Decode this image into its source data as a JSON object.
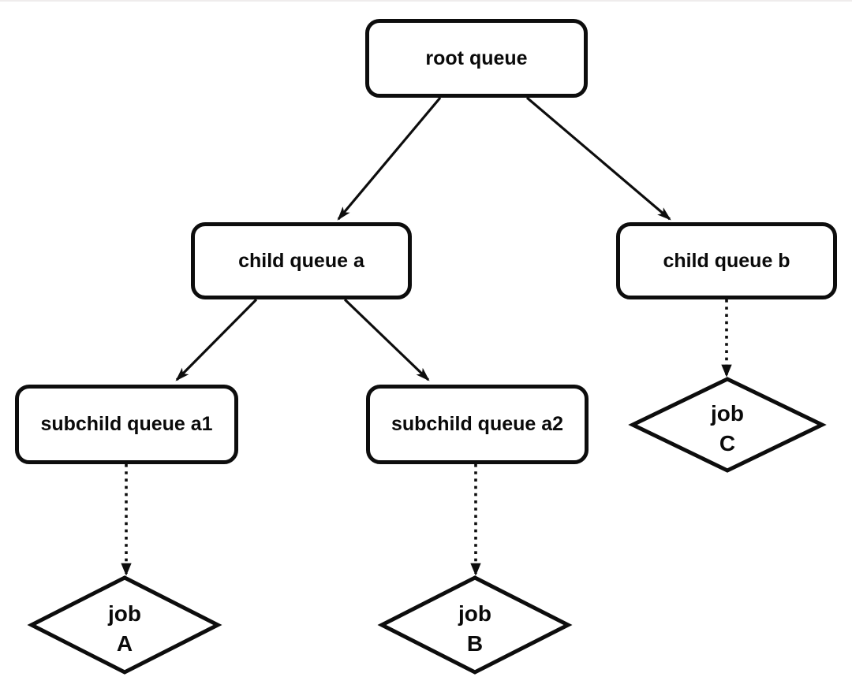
{
  "diagram": {
    "type": "flowchart",
    "colors": {
      "background": "#ffffff",
      "line": "#0d0d0d",
      "node_fill": "#ffffff",
      "text": "#0a0a0a",
      "page_top_border": "#efecec"
    },
    "edge_styles": {
      "queue_hierarchy": "solid-arrow",
      "job_link": "dotted-arrow"
    }
  },
  "nodes": {
    "root_queue": {
      "label": "root queue",
      "shape": "rounded-rectangle"
    },
    "child_queue_a": {
      "label": "child queue a",
      "shape": "rounded-rectangle"
    },
    "child_queue_b": {
      "label": "child queue b",
      "shape": "rounded-rectangle"
    },
    "subchild_queue_a1": {
      "label": "subchild queue a1",
      "shape": "rounded-rectangle"
    },
    "subchild_queue_a2": {
      "label": "subchild queue a2",
      "shape": "rounded-rectangle"
    },
    "job_a": {
      "line1": "job",
      "line2": "A",
      "shape": "diamond"
    },
    "job_b": {
      "line1": "job",
      "line2": "B",
      "shape": "diamond"
    },
    "job_c": {
      "line1": "job",
      "line2": "C",
      "shape": "diamond"
    }
  },
  "edges": [
    {
      "from": "root queue",
      "to": "child queue a",
      "line": "solid"
    },
    {
      "from": "root queue",
      "to": "child queue b",
      "line": "solid"
    },
    {
      "from": "child queue a",
      "to": "subchild queue a1",
      "line": "solid"
    },
    {
      "from": "child queue a",
      "to": "subchild queue a2",
      "line": "solid"
    },
    {
      "from": "subchild queue a1",
      "to": "job A",
      "line": "dotted"
    },
    {
      "from": "subchild queue a2",
      "to": "job B",
      "line": "dotted"
    },
    {
      "from": "child queue b",
      "to": "job C",
      "line": "dotted"
    }
  ]
}
